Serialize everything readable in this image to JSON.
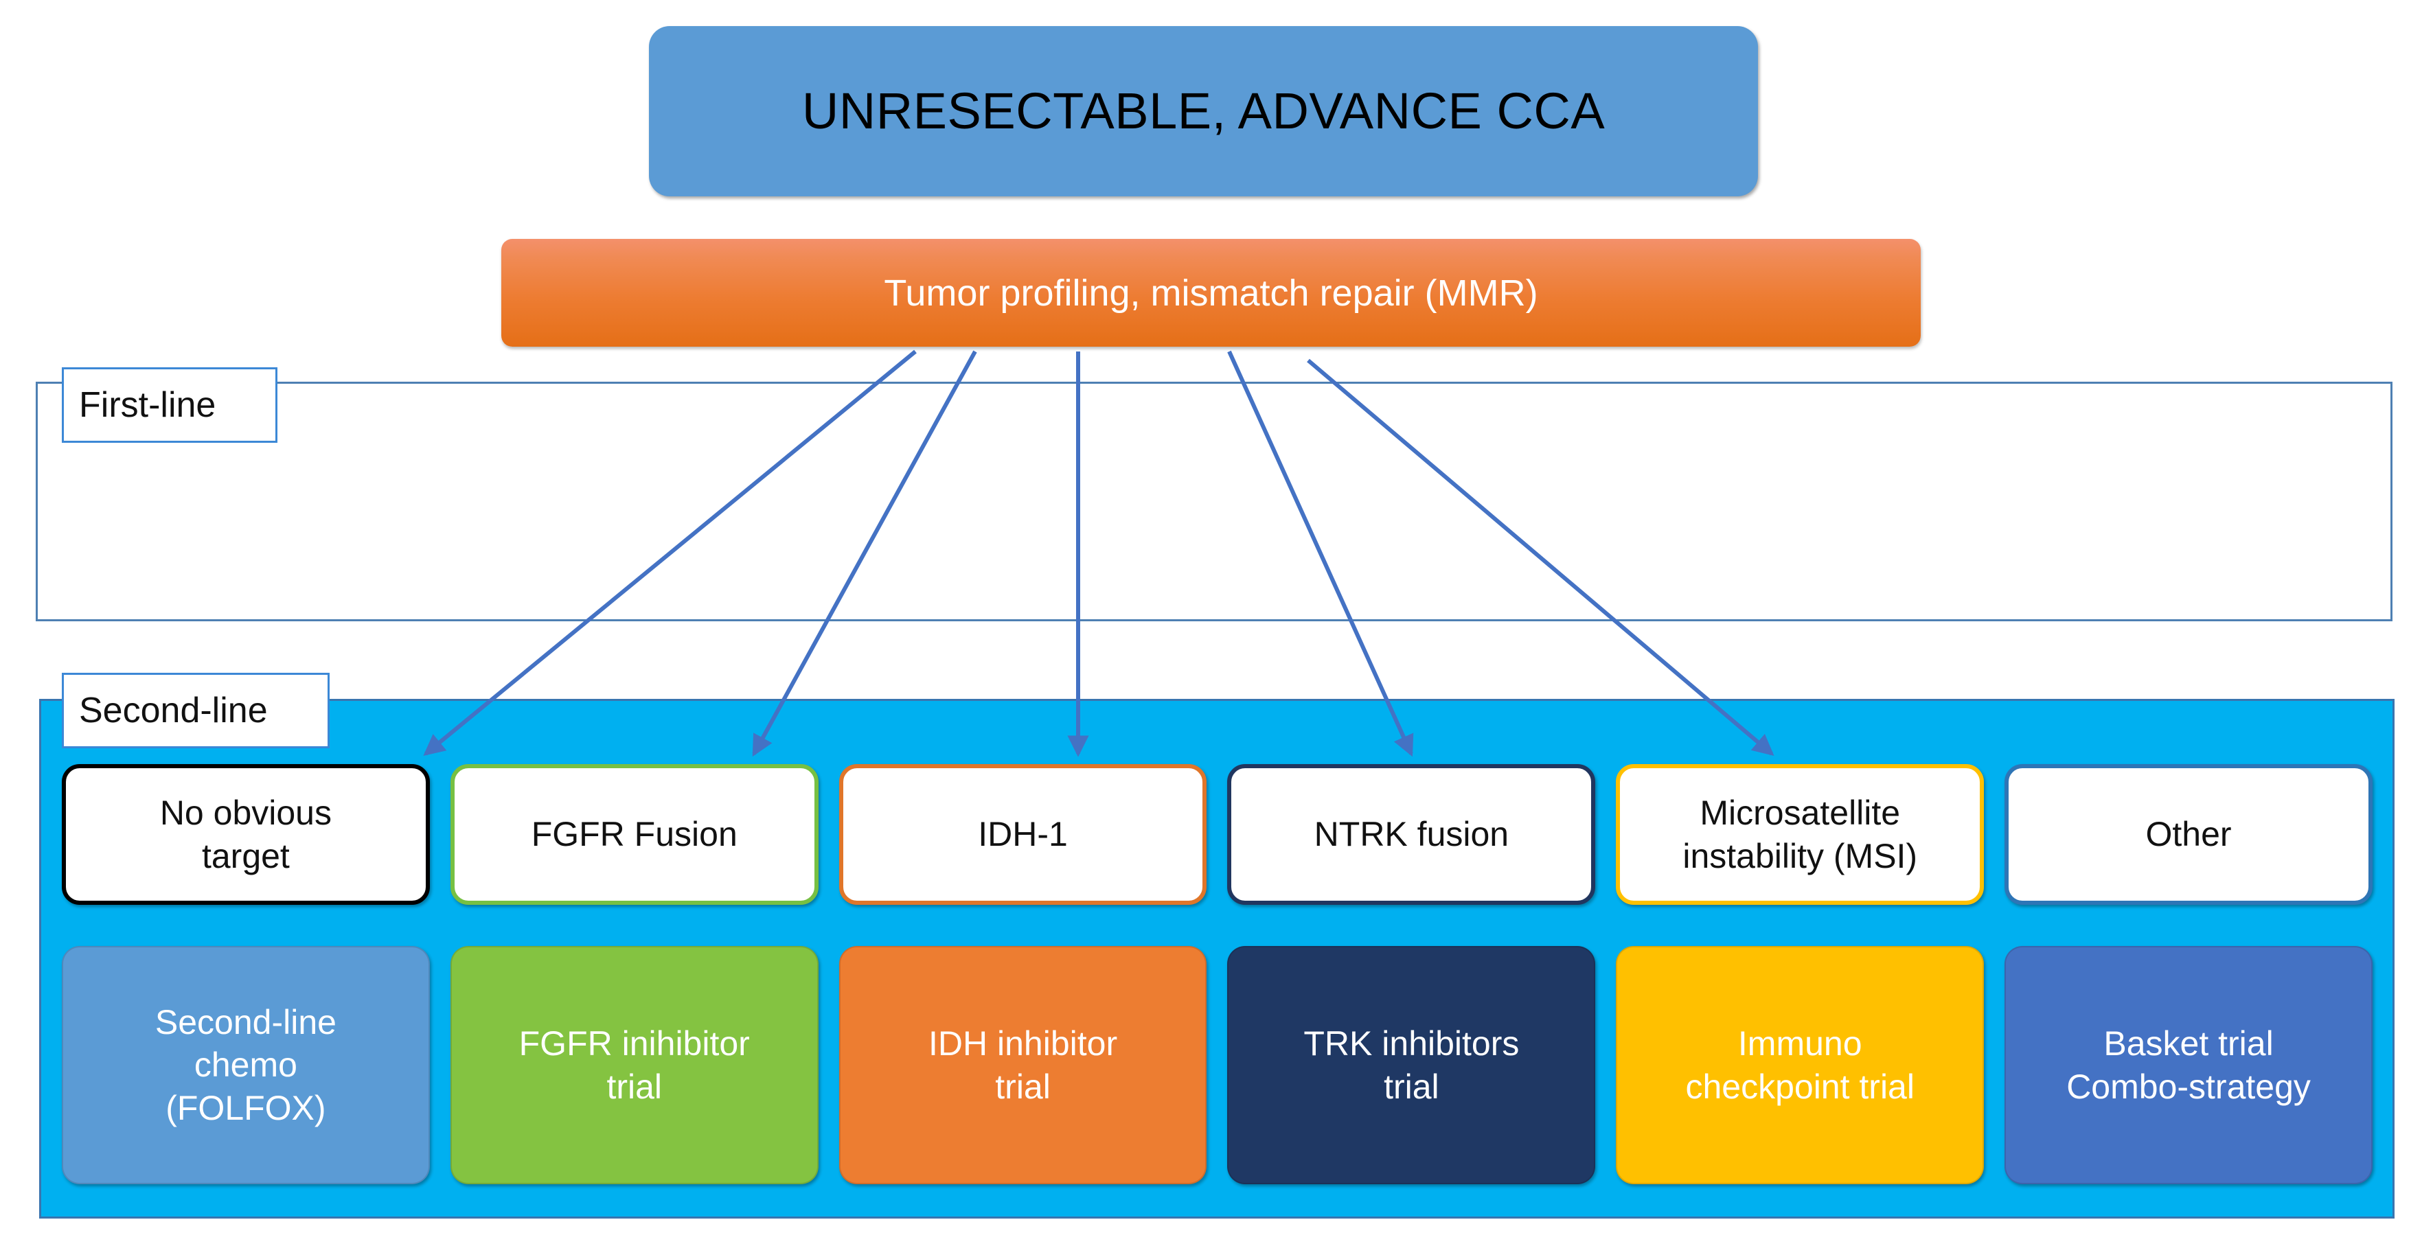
{
  "header": {
    "title": "UNRESECTABLE, ADVANCE CCA",
    "color": "#5B9BD5"
  },
  "profiling": {
    "label": "Tumor profiling, mismatch repair (MMR)",
    "color_top": "#F08A54",
    "color_bottom": "#E8701B"
  },
  "stages": {
    "first_line": {
      "label": "First-line",
      "border_color": "#3C88D6"
    },
    "second_line": {
      "label": "Second-line",
      "border_color": "#3C88D6",
      "panel_color": "#00B0F0"
    }
  },
  "targets": [
    {
      "label": "No obvious\ntarget",
      "border_color": "#000000"
    },
    {
      "label": "FGFR Fusion",
      "border_color": "#77C043"
    },
    {
      "label": "IDH-1",
      "border_color": "#E0762A"
    },
    {
      "label": "NTRK fusion",
      "border_color": "#21365F"
    },
    {
      "label": "Microsatellite\ninstability (MSI)",
      "border_color": "#FFC000"
    },
    {
      "label": "Other",
      "border_color": "#2E75B6"
    }
  ],
  "trials": [
    {
      "label": "Second-line\nchemo\n(FOLFOX)",
      "fill_color": "#5B9BD5"
    },
    {
      "label": "FGFR inihibitor\ntrial",
      "fill_color": "#84C341"
    },
    {
      "label": "IDH inhibitor\ntrial",
      "fill_color": "#ED7D31"
    },
    {
      "label": "TRK inhibitors\ntrial",
      "fill_color": "#1F3864"
    },
    {
      "label": "Immuno\ncheckpoint trial",
      "fill_color": "#FFC000"
    },
    {
      "label": "Basket trial\nCombo-strategy",
      "fill_color": "#4472C4"
    }
  ],
  "connectors": {
    "color": "#4472C4",
    "count": 5,
    "description": "Five arrows from the tumor profiling bar down to the second-line target cards"
  }
}
